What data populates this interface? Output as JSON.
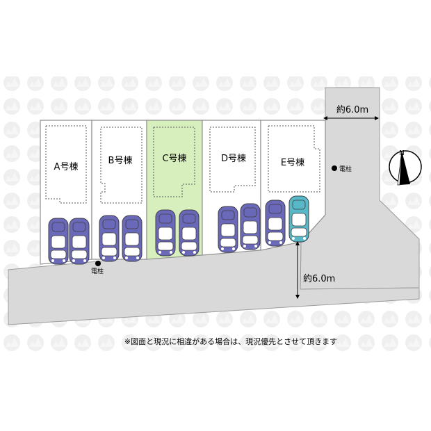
{
  "lots": [
    {
      "label": "A号棟",
      "highlighted": false
    },
    {
      "label": "B号棟",
      "highlighted": false
    },
    {
      "label": "C号棟",
      "highlighted": true
    },
    {
      "label": "D号棟",
      "highlighted": false
    },
    {
      "label": "E号棟",
      "highlighted": false
    }
  ],
  "roads": {
    "side_width_label": "約6.0m",
    "front_width_label": "約6.0m"
  },
  "utility_poles": [
    {
      "label": "電柱"
    },
    {
      "label": "電柱"
    }
  ],
  "north_arrow": {
    "label": "N"
  },
  "note": "※図面と現況に相違がある場合は、現況優先とさせて頂きます",
  "colors": {
    "road_fill": "#d9d9d9",
    "road_stroke": "#9a9a9a",
    "highlight_fill": "#d7efbd",
    "lot_border": "#8f8f8f",
    "car_purple": "#6a68b8",
    "car_teal": "#58b8c7",
    "text": "#000000"
  }
}
